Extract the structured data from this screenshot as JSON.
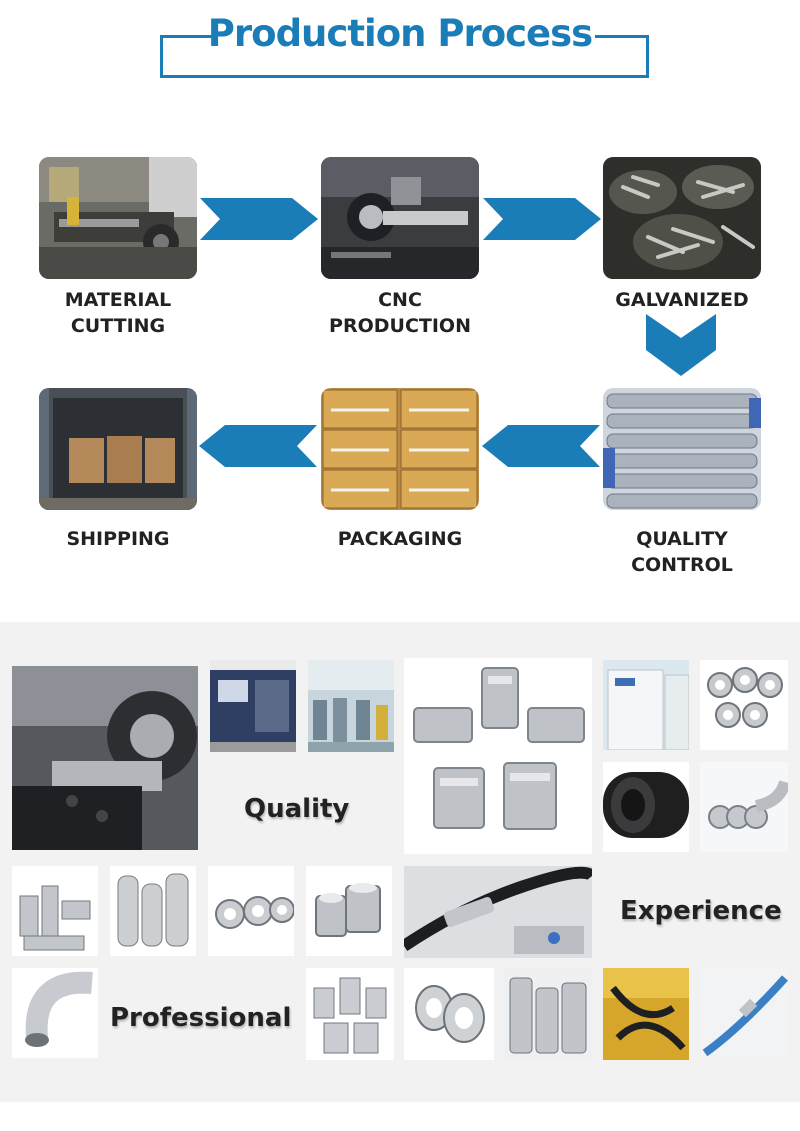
{
  "header": {
    "title": "Production Process"
  },
  "colors": {
    "accent": "#1a7db8",
    "gallery_background": "#f2f2f2",
    "label_text": "#222222"
  },
  "steps": [
    {
      "label_line1": "MATERIAL",
      "label_line2": "CUTTING"
    },
    {
      "label_line1": "CNC",
      "label_line2": "PRODUCTION"
    },
    {
      "label_line1": "GALVANIZED",
      "label_line2": ""
    },
    {
      "label_line1": "SHIPPING",
      "label_line2": ""
    },
    {
      "label_line1": "PACKAGING",
      "label_line2": ""
    },
    {
      "label_line1": "QUALITY",
      "label_line2": "CONTROL"
    }
  ],
  "gallery": {
    "words": {
      "quality": "Quality",
      "experience": "Experience",
      "professional": "Professional"
    }
  }
}
